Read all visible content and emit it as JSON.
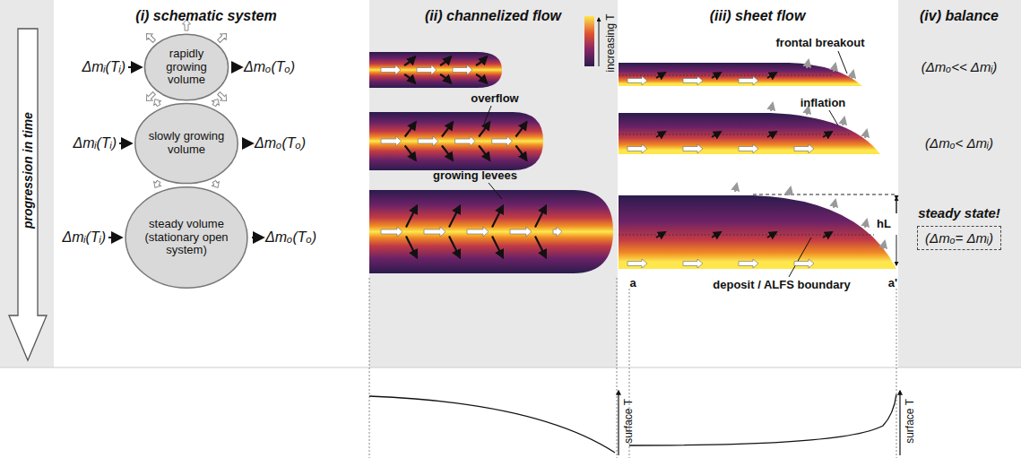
{
  "diagram": {
    "nodes": [
      {
        "text": [
          "rapidly growing volume"
        ]
      },
      {
        "text": [
          "slowly growing volume"
        ]
      },
      {
        "text": [
          "steady volume (stationary open system)"
        ]
      },
      {
        "text": [
          "steady state!",
          "(Δmₒ= Δmᵢ)"
        ]
      }
    ],
    "labels": [
      "(i) schematic system",
      "(ii) channelized flow",
      "(iii) sheet flow",
      "(iv) balance",
      "progression in time",
      "Δmᵢ(Tᵢ)",
      "Δmₒ(Tₒ)",
      "Δmᵢ(Tᵢ)",
      "Δmₒ(Tₒ)",
      "Δmᵢ(Tᵢ)",
      "Δmₒ(Tₒ)",
      "increasing T",
      "overflow",
      "growing levees",
      "frontal breakout",
      "inflation",
      "deposit / ALFS boundary",
      "hL",
      "a",
      "a'",
      "(Δmₒ<< Δmᵢ)",
      "(Δmₒ< Δmᵢ)",
      "surface T",
      "surface T"
    ]
  }
}
